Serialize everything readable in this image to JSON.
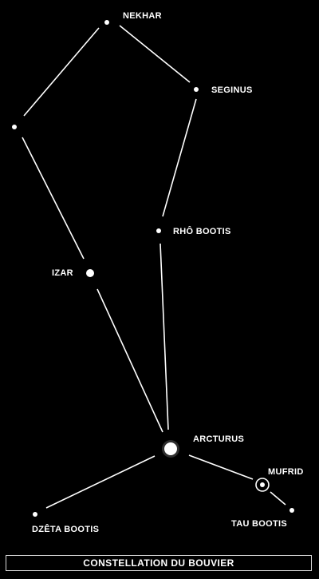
{
  "title": "CONSTELLATION DU BOUVIER",
  "stars": [
    {
      "id": "nekhar",
      "label": "NEKHAR"
    },
    {
      "id": "seginus",
      "label": "SEGINUS"
    },
    {
      "id": "unnamed",
      "label": ""
    },
    {
      "id": "rho",
      "label": "RHÔ BOOTIS"
    },
    {
      "id": "izar",
      "label": "IZAR"
    },
    {
      "id": "arcturus",
      "label": "ARCTURUS"
    },
    {
      "id": "mufrid",
      "label": "MUFRID"
    },
    {
      "id": "dzeta",
      "label": "DZÊTA BOOTIS"
    },
    {
      "id": "tau",
      "label": "TAU BOOTIS"
    }
  ],
  "colors": {
    "background": "#000000",
    "star": "#ffffff",
    "line": "#ffffff"
  }
}
